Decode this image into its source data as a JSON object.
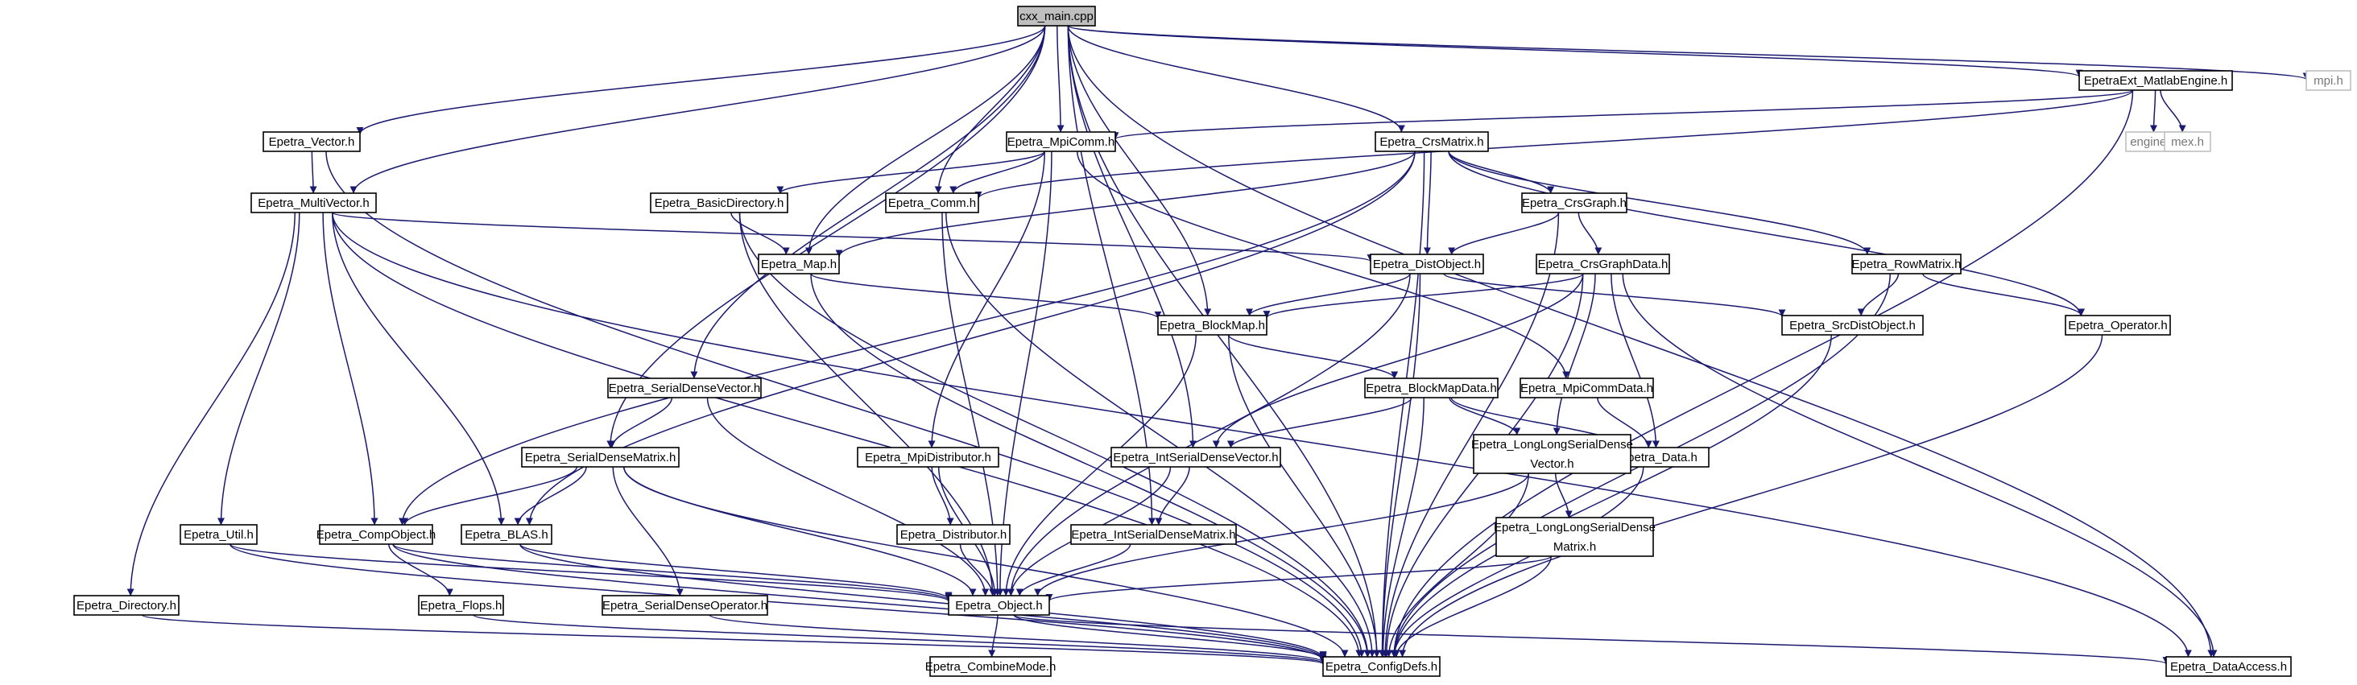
{
  "graph": {
    "title": "cxx_main.cpp",
    "colors": {
      "edge": "#191970",
      "root_fill": "#bfbfbf",
      "node_border": "#000000",
      "external_border": "#bfbfbf"
    },
    "nodes": [
      {
        "id": "cxx_main",
        "label": [
          "cxx_main.cpp"
        ],
        "kind": "root"
      },
      {
        "id": "Vector",
        "label": [
          "Epetra_Vector.h"
        ]
      },
      {
        "id": "MultiVector",
        "label": [
          "Epetra_MultiVector.h"
        ]
      },
      {
        "id": "SerialDenseMatrix",
        "label": [
          "Epetra_SerialDenseMatrix.h"
        ]
      },
      {
        "id": "SerialDenseVector",
        "label": [
          "Epetra_SerialDenseVector.h"
        ]
      },
      {
        "id": "Map",
        "label": [
          "Epetra_Map.h"
        ]
      },
      {
        "id": "Comm",
        "label": [
          "Epetra_Comm.h"
        ]
      },
      {
        "id": "MpiComm",
        "label": [
          "Epetra_MpiComm.h"
        ]
      },
      {
        "id": "IntSerialDenseMatrix",
        "label": [
          "Epetra_IntSerialDenseMatrix.h"
        ]
      },
      {
        "id": "IntSerialDenseVector",
        "label": [
          "Epetra_IntSerialDenseVector.h"
        ]
      },
      {
        "id": "BlockMap",
        "label": [
          "Epetra_BlockMap.h"
        ]
      },
      {
        "id": "CrsMatrix",
        "label": [
          "Epetra_CrsMatrix.h"
        ]
      },
      {
        "id": "ConfigDefs",
        "label": [
          "Epetra_ConfigDefs.h"
        ]
      },
      {
        "id": "MatlabEngine",
        "label": [
          "EpetraExt_MatlabEngine.h"
        ]
      },
      {
        "id": "DataAccess",
        "label": [
          "Epetra_DataAccess.h"
        ]
      },
      {
        "id": "mpi",
        "label": [
          "mpi.h"
        ],
        "kind": "ext"
      },
      {
        "id": "engine",
        "label": [
          "engine.h"
        ],
        "kind": "ext"
      },
      {
        "id": "mex",
        "label": [
          "mex.h"
        ],
        "kind": "ext"
      },
      {
        "id": "BasicDirectory",
        "label": [
          "Epetra_BasicDirectory.h"
        ]
      },
      {
        "id": "Object",
        "label": [
          "Epetra_Object.h"
        ]
      },
      {
        "id": "Util",
        "label": [
          "Epetra_Util.h"
        ]
      },
      {
        "id": "CompObject",
        "label": [
          "Epetra_CompObject.h"
        ]
      },
      {
        "id": "BLAS",
        "label": [
          "Epetra_BLAS.h"
        ]
      },
      {
        "id": "DistObject",
        "label": [
          "Epetra_DistObject.h"
        ]
      },
      {
        "id": "Directory",
        "label": [
          "Epetra_Directory.h"
        ]
      },
      {
        "id": "Flops",
        "label": [
          "Epetra_Flops.h"
        ]
      },
      {
        "id": "SerialDenseOperator",
        "label": [
          "Epetra_SerialDenseOperator.h"
        ]
      },
      {
        "id": "MpiDistributor",
        "label": [
          "Epetra_MpiDistributor.h"
        ]
      },
      {
        "id": "Distributor",
        "label": [
          "Epetra_Distributor.h"
        ]
      },
      {
        "id": "MpiCommData",
        "label": [
          "Epetra_MpiCommData.h"
        ]
      },
      {
        "id": "Data",
        "label": [
          "Epetra_Data.h"
        ]
      },
      {
        "id": "CombineMode",
        "label": [
          "Epetra_CombineMode.h"
        ]
      },
      {
        "id": "BlockMapData",
        "label": [
          "Epetra_BlockMapData.h"
        ]
      },
      {
        "id": "LongLongSerialDenseVector",
        "label": [
          "Epetra_LongLongSerialDense",
          "Vector.h"
        ]
      },
      {
        "id": "LongLongSerialDenseMatrix",
        "label": [
          "Epetra_LongLongSerialDense",
          "Matrix.h"
        ]
      },
      {
        "id": "CrsGraph",
        "label": [
          "Epetra_CrsGraph.h"
        ]
      },
      {
        "id": "CrsGraphData",
        "label": [
          "Epetra_CrsGraphData.h"
        ]
      },
      {
        "id": "RowMatrix",
        "label": [
          "Epetra_RowMatrix.h"
        ]
      },
      {
        "id": "SrcDistObject",
        "label": [
          "Epetra_SrcDistObject.h"
        ]
      },
      {
        "id": "Operator",
        "label": [
          "Epetra_Operator.h"
        ]
      }
    ],
    "edges": [
      [
        "cxx_main",
        "Vector"
      ],
      [
        "cxx_main",
        "MultiVector"
      ],
      [
        "cxx_main",
        "SerialDenseMatrix"
      ],
      [
        "cxx_main",
        "SerialDenseVector"
      ],
      [
        "cxx_main",
        "Map"
      ],
      [
        "cxx_main",
        "Comm"
      ],
      [
        "cxx_main",
        "MpiComm"
      ],
      [
        "cxx_main",
        "IntSerialDenseMatrix"
      ],
      [
        "cxx_main",
        "IntSerialDenseVector"
      ],
      [
        "cxx_main",
        "BlockMap"
      ],
      [
        "cxx_main",
        "CrsMatrix"
      ],
      [
        "cxx_main",
        "ConfigDefs"
      ],
      [
        "cxx_main",
        "MatlabEngine"
      ],
      [
        "cxx_main",
        "DataAccess"
      ],
      [
        "cxx_main",
        "mpi"
      ],
      [
        "Vector",
        "MultiVector"
      ],
      [
        "Vector",
        "ConfigDefs"
      ],
      [
        "MultiVector",
        "Directory"
      ],
      [
        "MultiVector",
        "Util"
      ],
      [
        "MultiVector",
        "CompObject"
      ],
      [
        "MultiVector",
        "BLAS"
      ],
      [
        "MultiVector",
        "DistObject"
      ],
      [
        "MultiVector",
        "ConfigDefs"
      ],
      [
        "MultiVector",
        "DataAccess"
      ],
      [
        "MatlabEngine",
        "engine"
      ],
      [
        "MatlabEngine",
        "mex"
      ],
      [
        "MatlabEngine",
        "Comm"
      ],
      [
        "MatlabEngine",
        "MpiComm"
      ],
      [
        "MatlabEngine",
        "ConfigDefs"
      ],
      [
        "MpiComm",
        "BasicDirectory"
      ],
      [
        "MpiComm",
        "Comm"
      ],
      [
        "MpiComm",
        "MpiDistributor"
      ],
      [
        "MpiComm",
        "Object"
      ],
      [
        "MpiComm",
        "MpiCommData"
      ],
      [
        "CrsMatrix",
        "Map"
      ],
      [
        "CrsMatrix",
        "CompObject"
      ],
      [
        "CrsMatrix",
        "BLAS"
      ],
      [
        "CrsMatrix",
        "CrsGraph"
      ],
      [
        "CrsMatrix",
        "DistObject"
      ],
      [
        "CrsMatrix",
        "RowMatrix"
      ],
      [
        "CrsMatrix",
        "Operator"
      ],
      [
        "CrsMatrix",
        "ConfigDefs"
      ],
      [
        "BasicDirectory",
        "Map"
      ],
      [
        "BasicDirectory",
        "Object"
      ],
      [
        "BasicDirectory",
        "ConfigDefs"
      ],
      [
        "Comm",
        "Object"
      ],
      [
        "Comm",
        "ConfigDefs"
      ],
      [
        "CrsGraph",
        "DistObject"
      ],
      [
        "CrsGraph",
        "CrsGraphData"
      ],
      [
        "CrsGraph",
        "ConfigDefs"
      ],
      [
        "Map",
        "BlockMap"
      ],
      [
        "Map",
        "ConfigDefs"
      ],
      [
        "DistObject",
        "BlockMap"
      ],
      [
        "DistObject",
        "SrcDistObject"
      ],
      [
        "DistObject",
        "Object"
      ],
      [
        "DistObject",
        "ConfigDefs"
      ],
      [
        "CrsGraphData",
        "BlockMap"
      ],
      [
        "CrsGraphData",
        "IntSerialDenseVector"
      ],
      [
        "CrsGraphData",
        "LongLongSerialDenseVector"
      ],
      [
        "CrsGraphData",
        "Data"
      ],
      [
        "CrsGraphData",
        "ConfigDefs"
      ],
      [
        "CrsGraphData",
        "DataAccess"
      ],
      [
        "RowMatrix",
        "SrcDistObject"
      ],
      [
        "RowMatrix",
        "Operator"
      ],
      [
        "RowMatrix",
        "ConfigDefs"
      ],
      [
        "BlockMap",
        "BlockMapData"
      ],
      [
        "BlockMap",
        "Object"
      ],
      [
        "BlockMap",
        "ConfigDefs"
      ],
      [
        "SrcDistObject",
        "ConfigDefs"
      ],
      [
        "Operator",
        "ConfigDefs"
      ],
      [
        "SerialDenseVector",
        "SerialDenseMatrix"
      ],
      [
        "SerialDenseVector",
        "Object"
      ],
      [
        "BlockMapData",
        "IntSerialDenseVector"
      ],
      [
        "BlockMapData",
        "LongLongSerialDenseVector"
      ],
      [
        "BlockMapData",
        "Data"
      ],
      [
        "BlockMapData",
        "ConfigDefs"
      ],
      [
        "MpiCommData",
        "Data"
      ],
      [
        "SerialDenseMatrix",
        "CompObject"
      ],
      [
        "SerialDenseMatrix",
        "BLAS"
      ],
      [
        "SerialDenseMatrix",
        "SerialDenseOperator"
      ],
      [
        "SerialDenseMatrix",
        "Object"
      ],
      [
        "SerialDenseMatrix",
        "ConfigDefs"
      ],
      [
        "MpiDistributor",
        "Distributor"
      ],
      [
        "MpiDistributor",
        "Object"
      ],
      [
        "IntSerialDenseVector",
        "IntSerialDenseMatrix"
      ],
      [
        "IntSerialDenseVector",
        "Object"
      ],
      [
        "LongLongSerialDenseVector",
        "LongLongSerialDenseMatrix"
      ],
      [
        "LongLongSerialDenseVector",
        "Object"
      ],
      [
        "LongLongSerialDenseVector",
        "ConfigDefs"
      ],
      [
        "Data",
        "ConfigDefs"
      ],
      [
        "Util",
        "Object"
      ],
      [
        "Util",
        "ConfigDefs"
      ],
      [
        "CompObject",
        "Flops"
      ],
      [
        "CompObject",
        "Object"
      ],
      [
        "CompObject",
        "ConfigDefs"
      ],
      [
        "BLAS",
        "Object"
      ],
      [
        "BLAS",
        "ConfigDefs"
      ],
      [
        "Distributor",
        "Object"
      ],
      [
        "IntSerialDenseMatrix",
        "Object"
      ],
      [
        "LongLongSerialDenseMatrix",
        "Object"
      ],
      [
        "LongLongSerialDenseMatrix",
        "ConfigDefs"
      ],
      [
        "Directory",
        "ConfigDefs"
      ],
      [
        "Flops",
        "ConfigDefs"
      ],
      [
        "SerialDenseOperator",
        "ConfigDefs"
      ],
      [
        "Object",
        "CombineMode"
      ],
      [
        "Object",
        "ConfigDefs"
      ],
      [
        "Object",
        "DataAccess"
      ]
    ]
  }
}
